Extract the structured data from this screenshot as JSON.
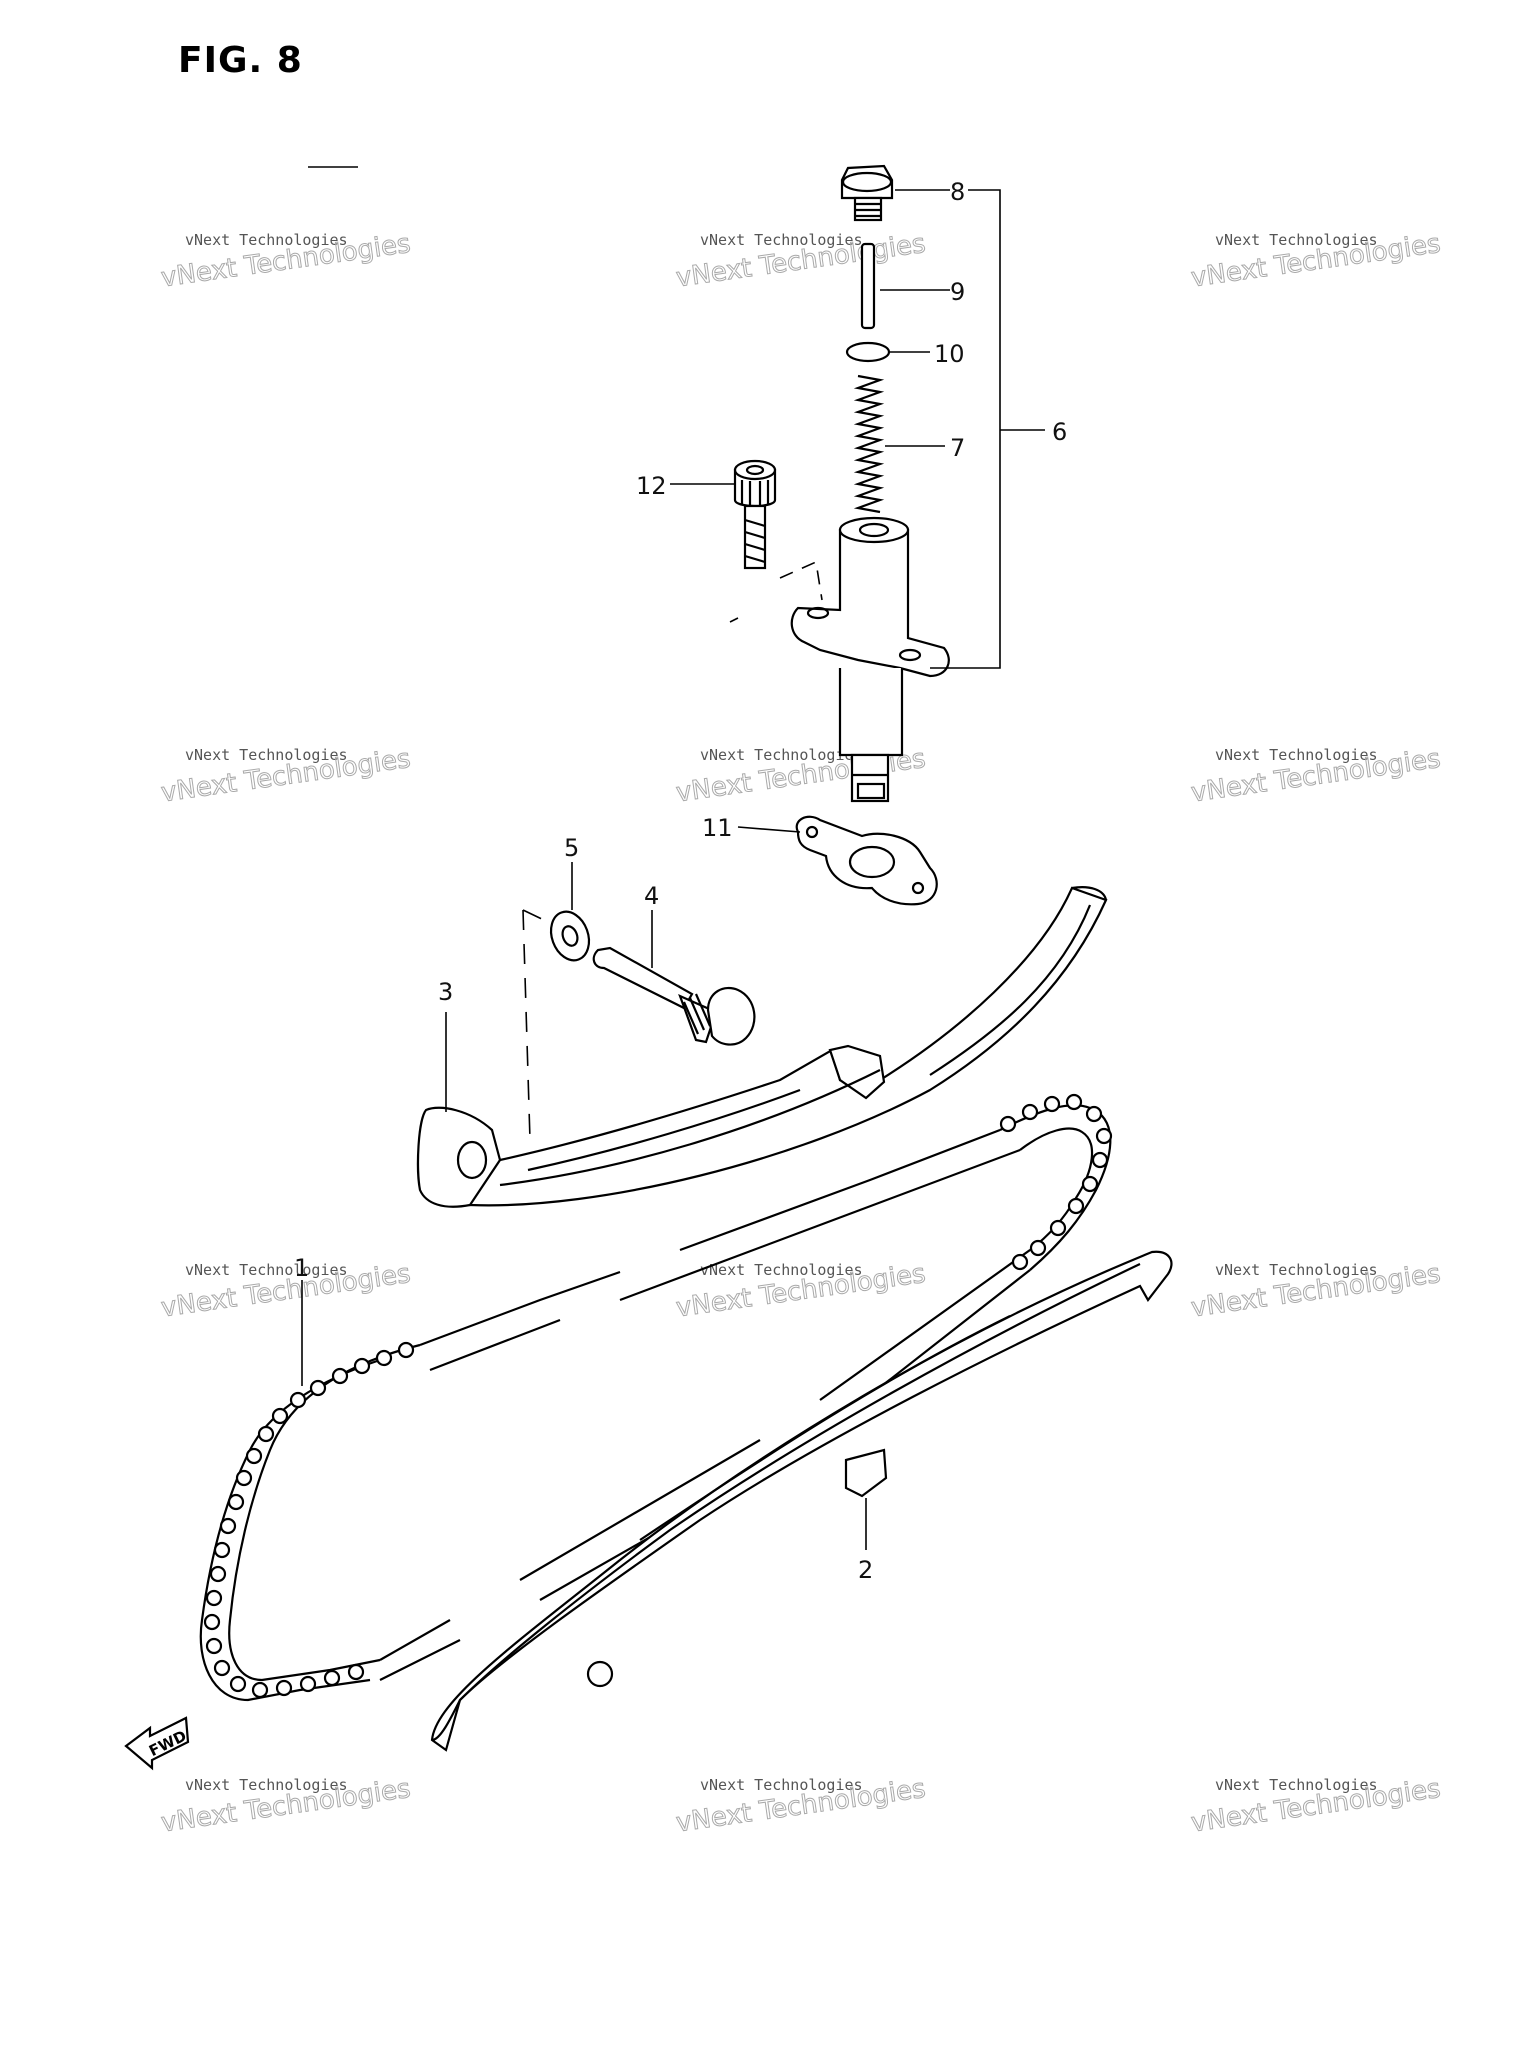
{
  "figure": {
    "title": "FIG. 8"
  },
  "watermark": {
    "line1": "vNext Technologies",
    "line2": "vNext Technologies"
  },
  "fwd_label": "FWD",
  "callouts": [
    {
      "id": "1",
      "part": "cam-chain"
    },
    {
      "id": "2",
      "part": "chain-guide"
    },
    {
      "id": "3",
      "part": "tensioner-guide"
    },
    {
      "id": "4",
      "part": "pivot-bolt"
    },
    {
      "id": "5",
      "part": "washer"
    },
    {
      "id": "6",
      "part": "tensioner-assembly"
    },
    {
      "id": "7",
      "part": "spring"
    },
    {
      "id": "8",
      "part": "cap-bolt"
    },
    {
      "id": "9",
      "part": "rod"
    },
    {
      "id": "10",
      "part": "o-ring"
    },
    {
      "id": "11",
      "part": "gasket"
    },
    {
      "id": "12",
      "part": "bolt"
    }
  ]
}
